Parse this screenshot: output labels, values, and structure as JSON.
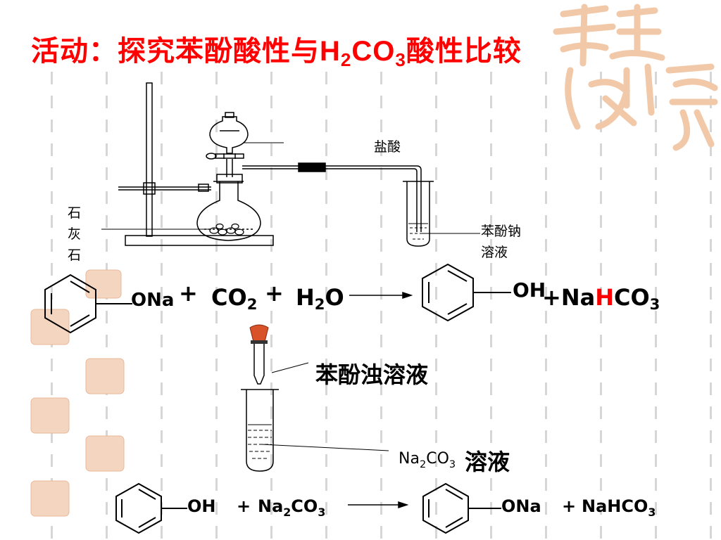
{
  "title": {
    "part1": "活动：探究苯酚酸性与",
    "h": "H",
    "h_sub": "2",
    "co": "CO",
    "co_sub": "3",
    "part2": "酸性比较"
  },
  "labels": {
    "hydrochloric_acid": "盐酸",
    "limestone_1": "石",
    "limestone_2": "灰",
    "limestone_3": "石",
    "sodium_phenoxide_1": "苯酚钠",
    "sodium_phenoxide_2": "溶液",
    "turbid_phenol": "苯酚浊溶液",
    "na2co3_na": "Na",
    "na2co3_sub2": "2",
    "na2co3_co": "CO",
    "na2co3_sub3": "3",
    "na2co3_solution": "溶液"
  },
  "equation1": {
    "ona": "ONa",
    "plus1": "+",
    "co2": "CO",
    "co2_sub": "2",
    "plus2": "+",
    "h2o_h": "H",
    "h2o_sub": "2",
    "h2o_o": "O",
    "oh": "OH",
    "plus_na": "+Na",
    "h_red": "H",
    "co3": "CO",
    "co3_sub": "3"
  },
  "equation2": {
    "oh": "OH",
    "plus1": "+",
    "na": "Na",
    "na_sub": "2",
    "co3": "CO",
    "co3_sub": "3",
    "ona": "ONa",
    "plus2": "+",
    "nahco3": "NaHCO",
    "nahco3_sub": "3"
  },
  "colors": {
    "title": "#ff0000",
    "watermark": "#f2c9a8",
    "dropper_bulb": "#d9532a"
  }
}
